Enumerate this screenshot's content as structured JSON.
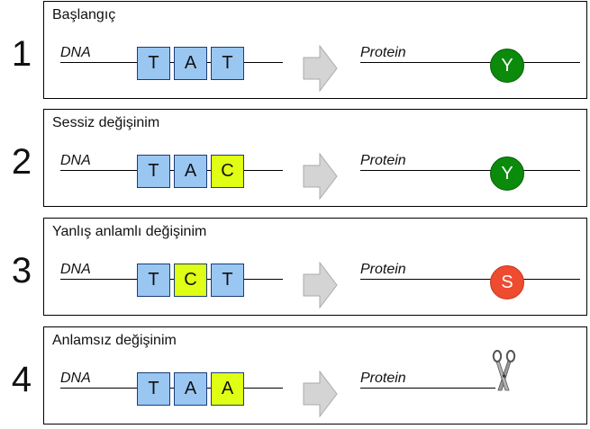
{
  "dna_label": "DNA",
  "protein_label": "Protein",
  "colors": {
    "base_normal": "#99c7f2",
    "base_mutated": "#dfff14",
    "amino_green": "#0b8a0b",
    "amino_red": "#ee4b30",
    "arrow_fill": "#d4d4d4"
  },
  "rows": [
    {
      "number": "1",
      "title": "Başlangıç",
      "codon": [
        {
          "letter": "T",
          "mutated": false
        },
        {
          "letter": "A",
          "mutated": false
        },
        {
          "letter": "T",
          "mutated": false
        }
      ],
      "protein": {
        "type": "amino-acid",
        "letter": "Y",
        "color": "green"
      }
    },
    {
      "number": "2",
      "title": "Sessiz değişinim",
      "codon": [
        {
          "letter": "T",
          "mutated": false
        },
        {
          "letter": "A",
          "mutated": false
        },
        {
          "letter": "C",
          "mutated": true
        }
      ],
      "protein": {
        "type": "amino-acid",
        "letter": "Y",
        "color": "green"
      }
    },
    {
      "number": "3",
      "title": "Yanlış anlamlı değişinim",
      "codon": [
        {
          "letter": "T",
          "mutated": false
        },
        {
          "letter": "C",
          "mutated": true
        },
        {
          "letter": "T",
          "mutated": false
        }
      ],
      "protein": {
        "type": "amino-acid",
        "letter": "S",
        "color": "red"
      }
    },
    {
      "number": "4",
      "title": "Anlamsız değişinim",
      "codon": [
        {
          "letter": "T",
          "mutated": false
        },
        {
          "letter": "A",
          "mutated": false
        },
        {
          "letter": "A",
          "mutated": true
        }
      ],
      "protein": {
        "type": "scissors-icon"
      }
    }
  ]
}
